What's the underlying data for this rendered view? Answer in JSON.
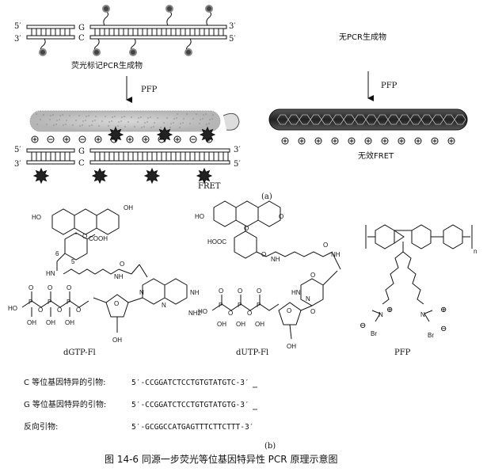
{
  "panel_a": {
    "top_left": {
      "strand_top_left": "5′",
      "strand_top_right": "3′",
      "strand_bottom_left": "3′",
      "strand_bottom_right": "5′",
      "base_top": "G",
      "base_bottom": "C",
      "label": "荧光标记PCR生成物",
      "arrow_label": "PFP"
    },
    "top_right": {
      "label": "无PCR生成物",
      "arrow_label": "PFP",
      "result": "无效FRET"
    },
    "bottom_left": {
      "strand_top_left": "5′",
      "strand_top_right": "3′",
      "strand_bottom_left": "3′",
      "strand_bottom_right": "5′",
      "base_top": "G",
      "base_bottom": "C",
      "result": "FRET"
    },
    "panel_label": "(a)"
  },
  "panel_b": {
    "dgtp": {
      "name": "dGTP-Fl",
      "atoms": [
        "HO",
        "O",
        "OH",
        "COOH",
        "6",
        "5",
        "HN",
        "O",
        "NH",
        "O",
        "O",
        "O",
        "HO",
        "P",
        "P",
        "P",
        "O",
        "O",
        "O",
        "OH",
        "OH",
        "OH",
        "O",
        "N",
        "N",
        "NH",
        "NH2",
        "OH"
      ]
    },
    "dutp": {
      "name": "dUTP-Fl",
      "atoms": [
        "HO",
        "O",
        "O",
        "HOOC",
        "O",
        "NH",
        "NH",
        "O",
        "O",
        "HN",
        "O",
        "O",
        "O",
        "O",
        "HO",
        "P",
        "P",
        "P",
        "O",
        "O",
        "OH",
        "OH",
        "OH",
        "N",
        "O",
        "OH"
      ]
    },
    "pfp": {
      "name": "PFP",
      "atoms": [
        "n",
        "N",
        "N",
        "⊕",
        "⊕",
        "⊖",
        "⊖",
        "Br",
        "Br"
      ]
    },
    "primers": [
      {
        "label": "C 等位基因特异的引物:",
        "sequence": "5′-CCGGATCTCCTGTGTATGTC-3′"
      },
      {
        "label": "G 等位基因特异的引物:",
        "sequence": "5′-CCGGATCTCCTGTGTATGTG-3′"
      },
      {
        "label": "反向引物:",
        "sequence": "5′-GCGGCCATGAGTTTCTTCTTT-3′"
      }
    ],
    "panel_label": "(b)"
  },
  "caption": "图 14-6   同源一步荧光等位基因特异性 PCR 原理示意图",
  "colors": {
    "ink": "#111111",
    "polymer": "#2a2a2a",
    "halo": "#c8c8c8",
    "dye": "#555555"
  }
}
